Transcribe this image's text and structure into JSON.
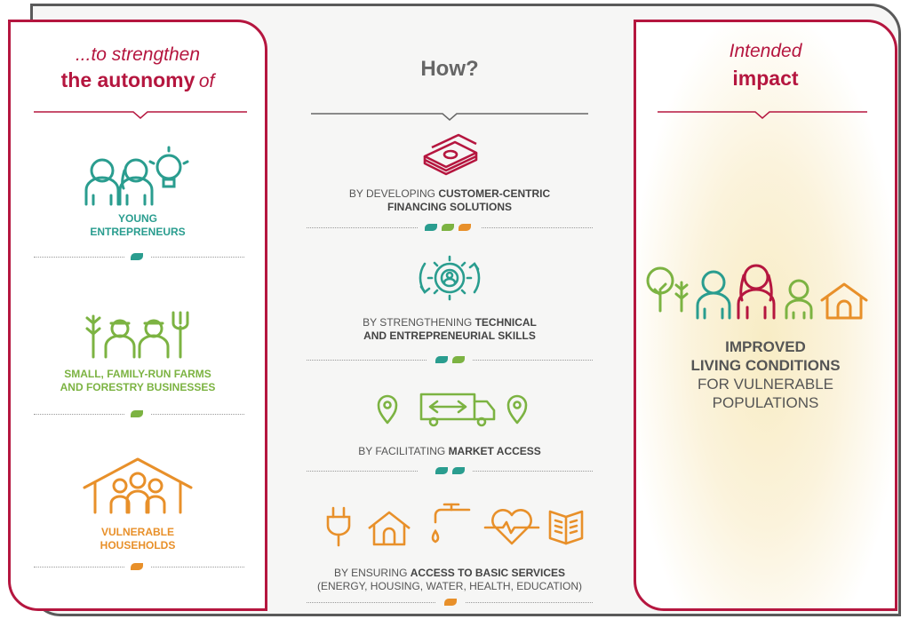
{
  "left": {
    "heading_italic": "...to strengthen",
    "heading_bold": "the autonomy",
    "heading_of": "of",
    "groups": [
      {
        "line1": "YOUNG",
        "line2": "ENTREPRENEURS",
        "color": "#2a9d8f"
      },
      {
        "line1": "SMALL, FAMILY-RUN FARMS",
        "line2": "AND FORESTRY BUSINESSES",
        "color": "#7cb342"
      },
      {
        "line1": "VULNERABLE",
        "line2": "HOUSEHOLDS",
        "color": "#e8902a"
      }
    ]
  },
  "middle": {
    "heading": "How?",
    "items": [
      {
        "prefix": "BY DEVELOPING ",
        "bold1": "CUSTOMER-CENTRIC",
        "line2": "FINANCING SOLUTIONS"
      },
      {
        "prefix": "BY STRENGTHENING ",
        "bold1": "TECHNICAL",
        "line2": "AND ENTREPRENEURIAL SKILLS"
      },
      {
        "prefix": "BY FACILITATING ",
        "bold1": "MARKET ACCESS"
      },
      {
        "prefix": "BY ENSURING ",
        "bold1": "ACCESS TO BASIC SERVICES",
        "line2": "(ENERGY, HOUSING, WATER, HEALTH, EDUCATION)"
      }
    ]
  },
  "right": {
    "heading_italic": "Intended",
    "heading_bold": "impact",
    "line1": "IMPROVED",
    "line2": "LIVING CONDITIONS",
    "line3": "FOR VULNERABLE",
    "line4": "POPULATIONS"
  },
  "colors": {
    "crimson": "#b5163f",
    "teal": "#2a9d8f",
    "green": "#7cb342",
    "orange": "#e8902a",
    "gray": "#5a5a5a"
  }
}
